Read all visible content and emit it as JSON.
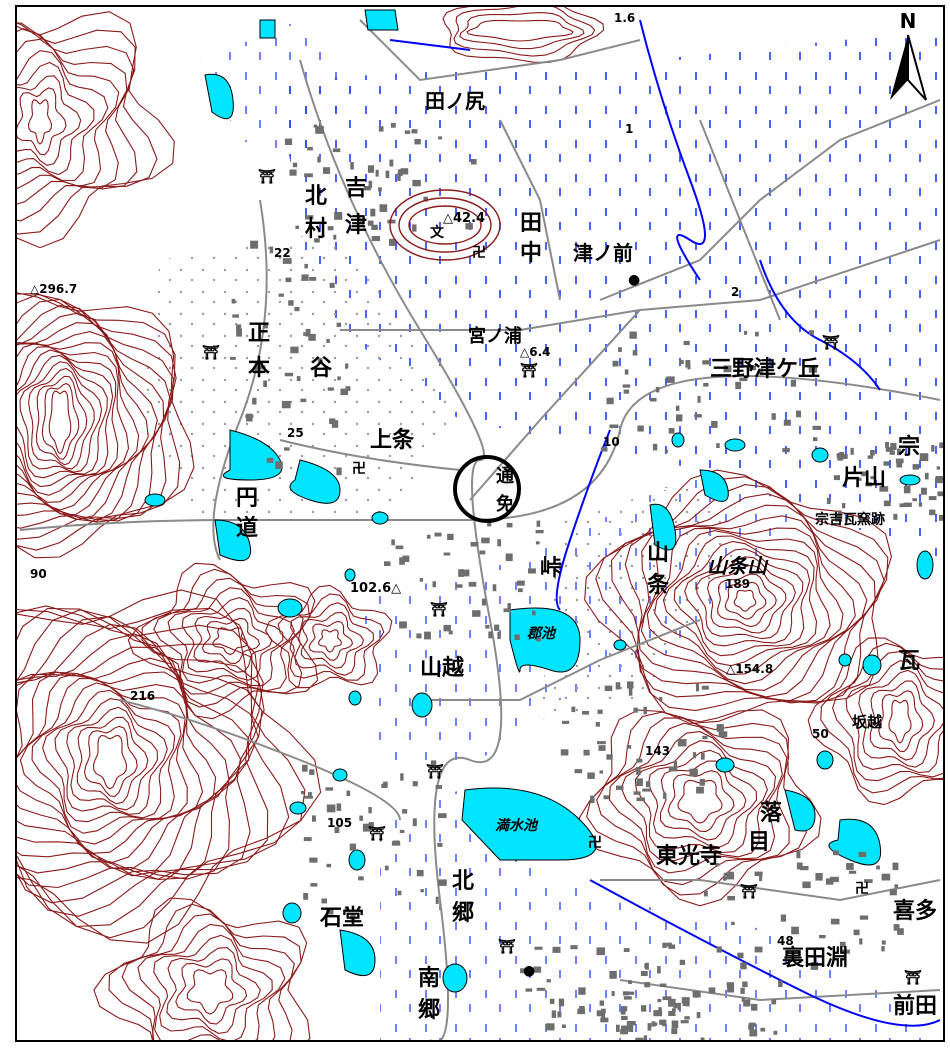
{
  "map": {
    "north_label": "N",
    "places": {
      "tanoshiri": "田ノ尻",
      "kita": "北",
      "mura": "村",
      "yoshi": "吉",
      "tsu": "津",
      "ta": "田",
      "naka": "中",
      "tsunomae": "津ノ前",
      "sei": "正",
      "hon": "本",
      "tani": "谷",
      "miyanoura": "宮ノ浦",
      "minotsugaoka": "三野津ケ丘",
      "kamijo": "上条",
      "en": "円",
      "do": "道",
      "tsuu": "通",
      "men": "免",
      "toge": "峠",
      "yama_v": "山",
      "jo_v": "条",
      "katayama": "片山",
      "mune": "宗",
      "yamagoe": "山越",
      "kawara": "瓦",
      "sakagoe": "坂越",
      "oto": "落",
      "me": "目",
      "tokoji": "東光寺",
      "ishido": "石堂",
      "kitago_1": "北",
      "kitago_2": "郷",
      "nango_1": "南",
      "nango_2": "郷",
      "urataobuchi": "裏田淵",
      "kitaoota": "喜多",
      "maeda": "前田",
      "munekata_shrine": "宗吉瓦窯跡",
      "sanjosan": "山条山",
      "gunike": "郡池",
      "mantoike": "満水池",
      "touge_label": "峠"
    },
    "elevations": {
      "e42": "△42.4",
      "e296": "△296.7",
      "e64": "△6.4",
      "e1026": "102.6△",
      "e1548": "△154.8",
      "e22": "22",
      "e25": "25",
      "e216": "216",
      "e189": "189",
      "e143": "143",
      "e105": "105",
      "e48": "48",
      "e50": "50",
      "e10": "10",
      "e2": "2",
      "e1": "1",
      "e16": "1.6",
      "e90": "90"
    },
    "colors": {
      "contour": "#8b1a1a",
      "water": "#00e5ff",
      "river": "#0000ff",
      "road": "#7a7a7a",
      "building": "#6e6e6e",
      "paddy": "#0000ff"
    }
  }
}
